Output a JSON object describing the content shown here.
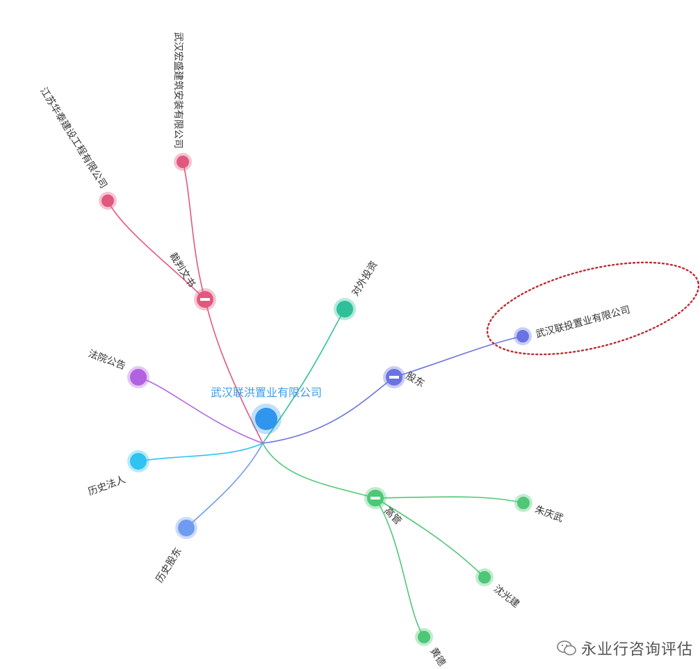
{
  "center": {
    "label": "武汉联洪置业有限公司",
    "color": "#2f95ee"
  },
  "branches": [
    {
      "id": "judicial",
      "label": "裁判文书",
      "color": "#e0587e",
      "collapsible": true,
      "children": [
        {
          "label": "江苏华泰建设工程有限公司"
        },
        {
          "label": "武汉宏盛建筑安装有限公司"
        }
      ]
    },
    {
      "id": "investment",
      "label": "对外投资",
      "color": "#2fc09a",
      "collapsible": false,
      "children": []
    },
    {
      "id": "shareholder",
      "label": "股东",
      "color": "#6a73e0",
      "collapsible": true,
      "children": [
        {
          "label": "武汉联投置业有限公司"
        }
      ]
    },
    {
      "id": "court",
      "label": "法院公告",
      "color": "#b062e0",
      "collapsible": false,
      "children": []
    },
    {
      "id": "legal-history",
      "label": "历史法人",
      "color": "#2ec3f2",
      "collapsible": false,
      "children": []
    },
    {
      "id": "shareholder-history",
      "label": "历史股东",
      "color": "#6f9bf0",
      "collapsible": false,
      "children": []
    },
    {
      "id": "executives",
      "label": "高管",
      "color": "#4ec776",
      "collapsible": true,
      "children": [
        {
          "label": "朱庆武"
        },
        {
          "label": "沈光建"
        },
        {
          "label": "黄德"
        }
      ]
    }
  ],
  "highlight": {
    "target": "武汉联投置业有限公司",
    "color": "#c0282f",
    "style": "dotted"
  },
  "watermark": {
    "text": "永业行咨询评估"
  }
}
